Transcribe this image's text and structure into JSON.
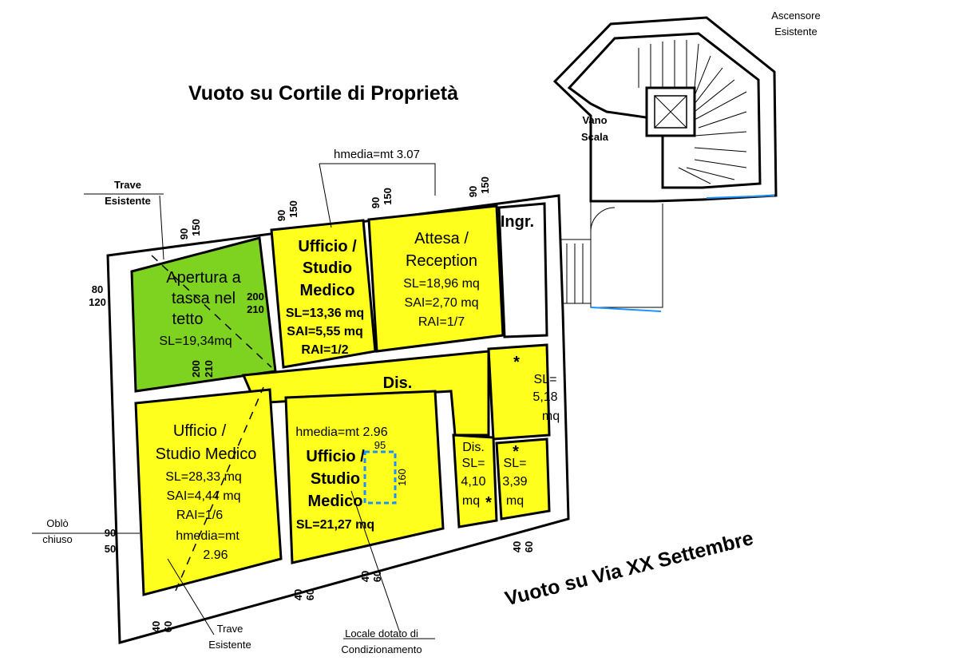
{
  "titles": {
    "courtyard": "Vuoto   su   Cortile   di   Proprietà",
    "street": "Vuoto   su   Via   XX   Settembre"
  },
  "notes": {
    "elevator_1": "Ascensore",
    "elevator_2": "Esistente",
    "stair_1": "Vano",
    "stair_2": "Scala",
    "beam_top_1": "Trave",
    "beam_top_2": "Esistente",
    "hmedia_top": "hmedia=mt 3.07",
    "oblo_1": "Oblò",
    "oblo_2": "chiuso",
    "beam_bottom_1": "Trave",
    "beam_bottom_2": "Esistente",
    "ac_1": "Locale dotato di",
    "ac_2": "Condizionamento"
  },
  "rooms": {
    "green": {
      "l1": "Apertura a",
      "l2": "tasca nel",
      "l3": "tetto",
      "sl": "SL=19,34mq"
    },
    "office_top": {
      "l1": "Ufficio /",
      "l2": "Studio",
      "l3": "Medico",
      "sl": "SL=13,36 mq",
      "sai": "SAI=5,55 mq",
      "rai": "RAI=1/2"
    },
    "reception": {
      "l1": "Attesa /",
      "l2": "Reception",
      "sl": "SL=18,96 mq",
      "sai": "SAI=2,70 mq",
      "rai": "RAI=1/7"
    },
    "entrance": {
      "l1": "Ingr."
    },
    "corridor": {
      "l1": "Dis."
    },
    "wc_large": {
      "l1": "SL=",
      "l2": "5,18",
      "l3": "mq",
      "mark": "*"
    },
    "office_left": {
      "l1": "Ufficio /",
      "l2": "Studio Medico",
      "sl": "SL=28,33 mq",
      "sai": "SAI=4,44 mq",
      "rai": "RAI=1/6",
      "h1": "hmedia=mt",
      "h2": "2.96"
    },
    "office_mid": {
      "hmedia": "hmedia=mt 2.96",
      "l1": "Ufficio /",
      "l2": "Studio",
      "l3": "Medico",
      "sl": "SL=21,27 mq",
      "w": "95",
      "h": "160"
    },
    "dis_small": {
      "l1": "Dis.",
      "l2": "SL=",
      "l3": "4,10",
      "l4": "mq",
      "mark": "*"
    },
    "wc_small": {
      "l1": "SL=",
      "l2": "3,39",
      "l3": "mq",
      "mark": "*"
    }
  },
  "dimensions": {
    "w1": [
      "90",
      "150"
    ],
    "w2": [
      "90",
      "150"
    ],
    "w3": [
      "90",
      "150"
    ],
    "w4": [
      "90",
      "150"
    ],
    "side": [
      "80",
      "120"
    ],
    "door_a": [
      "200",
      "210"
    ],
    "door_b": [
      "200",
      "210"
    ],
    "oblo": [
      "90",
      "50"
    ],
    "b1": [
      "40",
      "60"
    ],
    "b2": [
      "40",
      "60"
    ],
    "b3": [
      "40",
      "60"
    ],
    "b4": [
      "40",
      "60"
    ]
  },
  "colors": {
    "green": "#7ed321",
    "yellow": "#ffff1e",
    "skylight": "#1e90ff"
  }
}
